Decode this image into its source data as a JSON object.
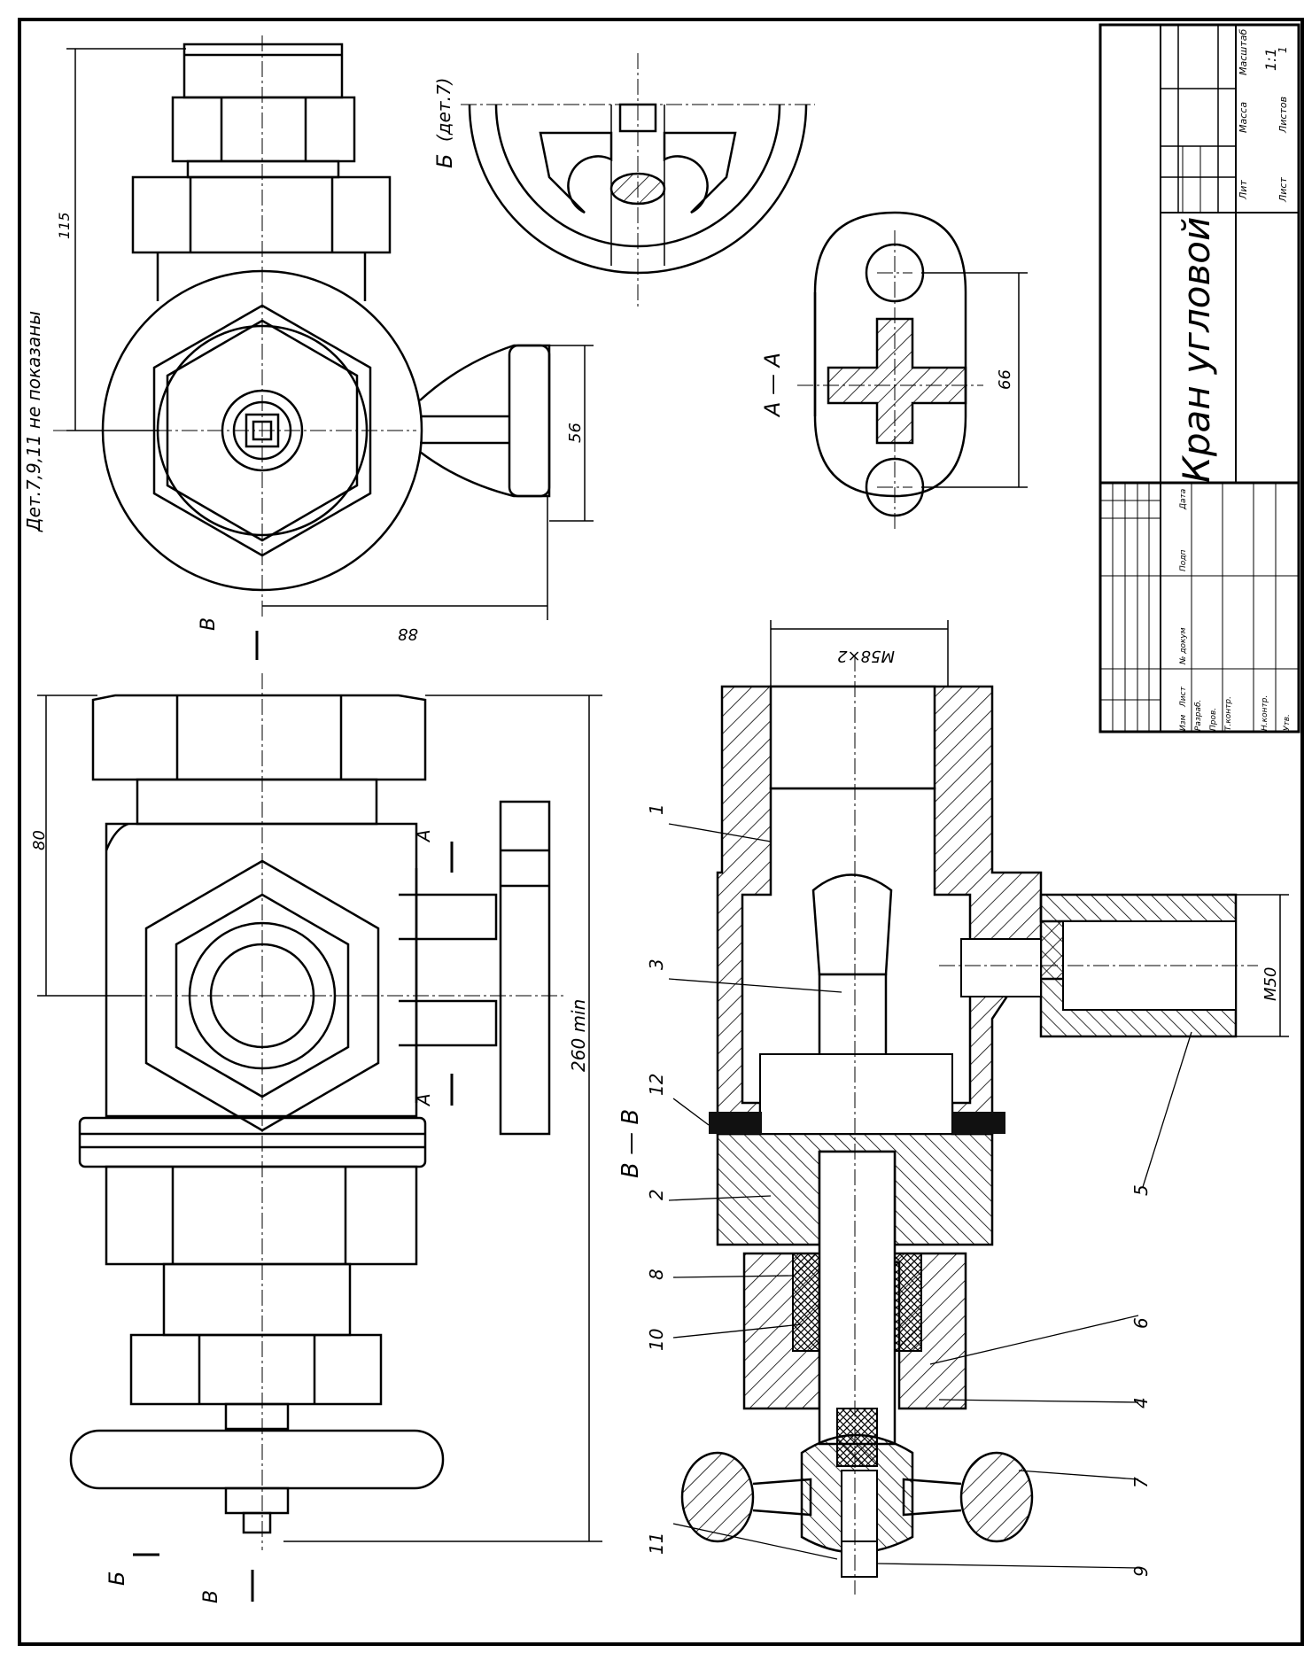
{
  "drawing": {
    "title": "Кран угловой",
    "scale": "1:1",
    "sheet_count": "1",
    "title_block": {
      "col_lit": "Лит",
      "col_mass": "Масса",
      "col_scale": "Масштаб",
      "col_sheet": "Лист",
      "col_sheets": "Листов",
      "row_labels": [
        "Изм",
        "Лист",
        "№ докум",
        "Подп",
        "Дата"
      ],
      "role_labels": [
        "Разраб.",
        "Пров.",
        "Т.контр.",
        "Н.контр.",
        "Утв."
      ]
    }
  },
  "views": {
    "note": "Дет.7,9,11 не показаны",
    "view_b": "Б",
    "view_b_ref": "(дет.7)",
    "section_aa": "А — А",
    "section_vv": "В — В",
    "cut_a": "А",
    "cut_v": "В",
    "cut_b": "Б"
  },
  "dimensions": {
    "d115": "115",
    "d56": "56",
    "d88": "88",
    "d80": "80",
    "d260": "260 min",
    "d66": "66",
    "m58": "M58×2",
    "m50": "M50"
  },
  "parts": {
    "p1": "1",
    "p2": "2",
    "p3": "3",
    "p4": "4",
    "p5": "5",
    "p6": "6",
    "p7": "7",
    "p8": "8",
    "p9": "9",
    "p10": "10",
    "p11": "11",
    "p12": "12"
  }
}
